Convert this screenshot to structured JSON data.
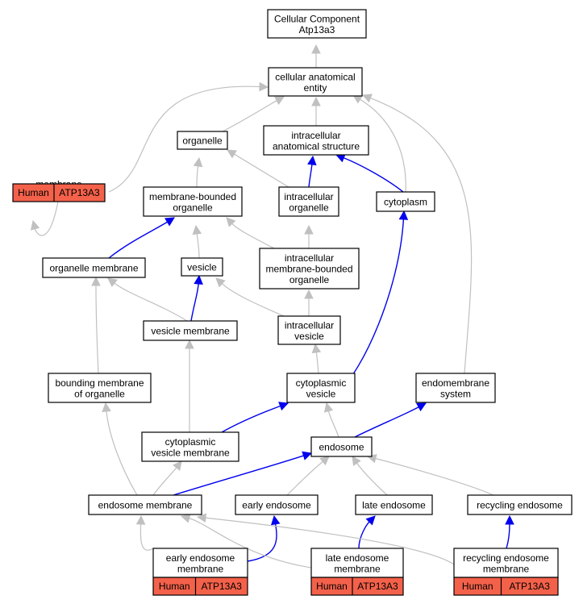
{
  "colors": {
    "annotation_fill": "#f4614a",
    "is_a_edge": "#c0c0c0",
    "part_of_edge": "#0000ee"
  },
  "nodes": {
    "root": [
      "Cellular Component",
      "Atp13a3"
    ],
    "cellular_anatomical_entity": [
      "cellular anatomical",
      "entity"
    ],
    "organelle": [
      "organelle"
    ],
    "intracellular_anatomical_structure": [
      "intracellular",
      "anatomical structure"
    ],
    "membrane": [
      "membrane"
    ],
    "membrane_bounded_organelle": [
      "membrane-bounded",
      "organelle"
    ],
    "intracellular_organelle": [
      "intracellular",
      "organelle"
    ],
    "cytoplasm": [
      "cytoplasm"
    ],
    "organelle_membrane": [
      "organelle membrane"
    ],
    "vesicle": [
      "vesicle"
    ],
    "intracellular_membrane_bounded_organelle": [
      "intracellular",
      "membrane-bounded",
      "organelle"
    ],
    "vesicle_membrane": [
      "vesicle membrane"
    ],
    "intracellular_vesicle": [
      "intracellular",
      "vesicle"
    ],
    "bounding_membrane_of_organelle": [
      "bounding membrane",
      "of organelle"
    ],
    "cytoplasmic_vesicle": [
      "cytoplasmic",
      "vesicle"
    ],
    "endomembrane_system": [
      "endomembrane",
      "system"
    ],
    "cytoplasmic_vesicle_membrane": [
      "cytoplasmic",
      "vesicle membrane"
    ],
    "endosome": [
      "endosome"
    ],
    "endosome_membrane": [
      "endosome membrane"
    ],
    "early_endosome": [
      "early endosome"
    ],
    "late_endosome": [
      "late endosome"
    ],
    "recycling_endosome": [
      "recycling endosome"
    ],
    "early_endosome_membrane": [
      "early endosome",
      "membrane"
    ],
    "late_endosome_membrane": [
      "late endosome",
      "membrane"
    ],
    "recycling_endosome_membrane": [
      "recycling endosome",
      "membrane"
    ]
  },
  "annotations": {
    "membrane": {
      "species": "Human",
      "gene": "ATP13A3"
    },
    "early_endosome_membrane": {
      "species": "Human",
      "gene": "ATP13A3"
    },
    "late_endosome_membrane": {
      "species": "Human",
      "gene": "ATP13A3"
    },
    "recycling_endosome_membrane": {
      "species": "Human",
      "gene": "ATP13A3"
    }
  },
  "edges": [
    {
      "from": "cellular_anatomical_entity",
      "to": "root",
      "type": "is_a"
    },
    {
      "from": "organelle",
      "to": "cellular_anatomical_entity",
      "type": "is_a"
    },
    {
      "from": "intracellular_anatomical_structure",
      "to": "cellular_anatomical_entity",
      "type": "is_a"
    },
    {
      "from": "membrane",
      "to": "cellular_anatomical_entity",
      "type": "is_a"
    },
    {
      "from": "cytoplasm",
      "to": "cellular_anatomical_entity",
      "type": "is_a"
    },
    {
      "from": "endomembrane_system",
      "to": "cellular_anatomical_entity",
      "type": "is_a"
    },
    {
      "from": "membrane_bounded_organelle",
      "to": "organelle",
      "type": "is_a"
    },
    {
      "from": "intracellular_organelle",
      "to": "organelle",
      "type": "is_a"
    },
    {
      "from": "intracellular_organelle",
      "to": "intracellular_anatomical_structure",
      "type": "part_of"
    },
    {
      "from": "cytoplasm",
      "to": "intracellular_anatomical_structure",
      "type": "part_of"
    },
    {
      "from": "organelle_membrane",
      "to": "membrane",
      "type": "is_a"
    },
    {
      "from": "organelle_membrane",
      "to": "membrane_bounded_organelle",
      "type": "part_of"
    },
    {
      "from": "vesicle",
      "to": "membrane_bounded_organelle",
      "type": "is_a"
    },
    {
      "from": "intracellular_membrane_bounded_organelle",
      "to": "membrane_bounded_organelle",
      "type": "is_a"
    },
    {
      "from": "intracellular_membrane_bounded_organelle",
      "to": "intracellular_organelle",
      "type": "is_a"
    },
    {
      "from": "vesicle_membrane",
      "to": "organelle_membrane",
      "type": "is_a"
    },
    {
      "from": "vesicle_membrane",
      "to": "vesicle",
      "type": "part_of"
    },
    {
      "from": "intracellular_vesicle",
      "to": "vesicle",
      "type": "is_a"
    },
    {
      "from": "intracellular_vesicle",
      "to": "intracellular_membrane_bounded_organelle",
      "type": "is_a"
    },
    {
      "from": "bounding_membrane_of_organelle",
      "to": "organelle_membrane",
      "type": "is_a"
    },
    {
      "from": "cytoplasmic_vesicle",
      "to": "intracellular_vesicle",
      "type": "is_a"
    },
    {
      "from": "cytoplasmic_vesicle",
      "to": "cytoplasm",
      "type": "part_of"
    },
    {
      "from": "cytoplasmic_vesicle_membrane",
      "to": "vesicle_membrane",
      "type": "is_a"
    },
    {
      "from": "cytoplasmic_vesicle_membrane",
      "to": "cytoplasmic_vesicle",
      "type": "part_of"
    },
    {
      "from": "endosome",
      "to": "cytoplasmic_vesicle",
      "type": "is_a"
    },
    {
      "from": "endosome",
      "to": "endomembrane_system",
      "type": "part_of"
    },
    {
      "from": "endosome_membrane",
      "to": "bounding_membrane_of_organelle",
      "type": "is_a"
    },
    {
      "from": "endosome_membrane",
      "to": "cytoplasmic_vesicle_membrane",
      "type": "is_a"
    },
    {
      "from": "endosome_membrane",
      "to": "endosome",
      "type": "part_of"
    },
    {
      "from": "early_endosome",
      "to": "endosome",
      "type": "is_a"
    },
    {
      "from": "late_endosome",
      "to": "endosome",
      "type": "is_a"
    },
    {
      "from": "recycling_endosome",
      "to": "endosome",
      "type": "is_a"
    },
    {
      "from": "early_endosome_membrane",
      "to": "endosome_membrane",
      "type": "is_a"
    },
    {
      "from": "early_endosome_membrane",
      "to": "early_endosome",
      "type": "part_of"
    },
    {
      "from": "late_endosome_membrane",
      "to": "endosome_membrane",
      "type": "is_a"
    },
    {
      "from": "late_endosome_membrane",
      "to": "late_endosome",
      "type": "part_of"
    },
    {
      "from": "recycling_endosome_membrane",
      "to": "endosome_membrane",
      "type": "is_a"
    },
    {
      "from": "recycling_endosome_membrane",
      "to": "recycling_endosome",
      "type": "part_of"
    }
  ]
}
